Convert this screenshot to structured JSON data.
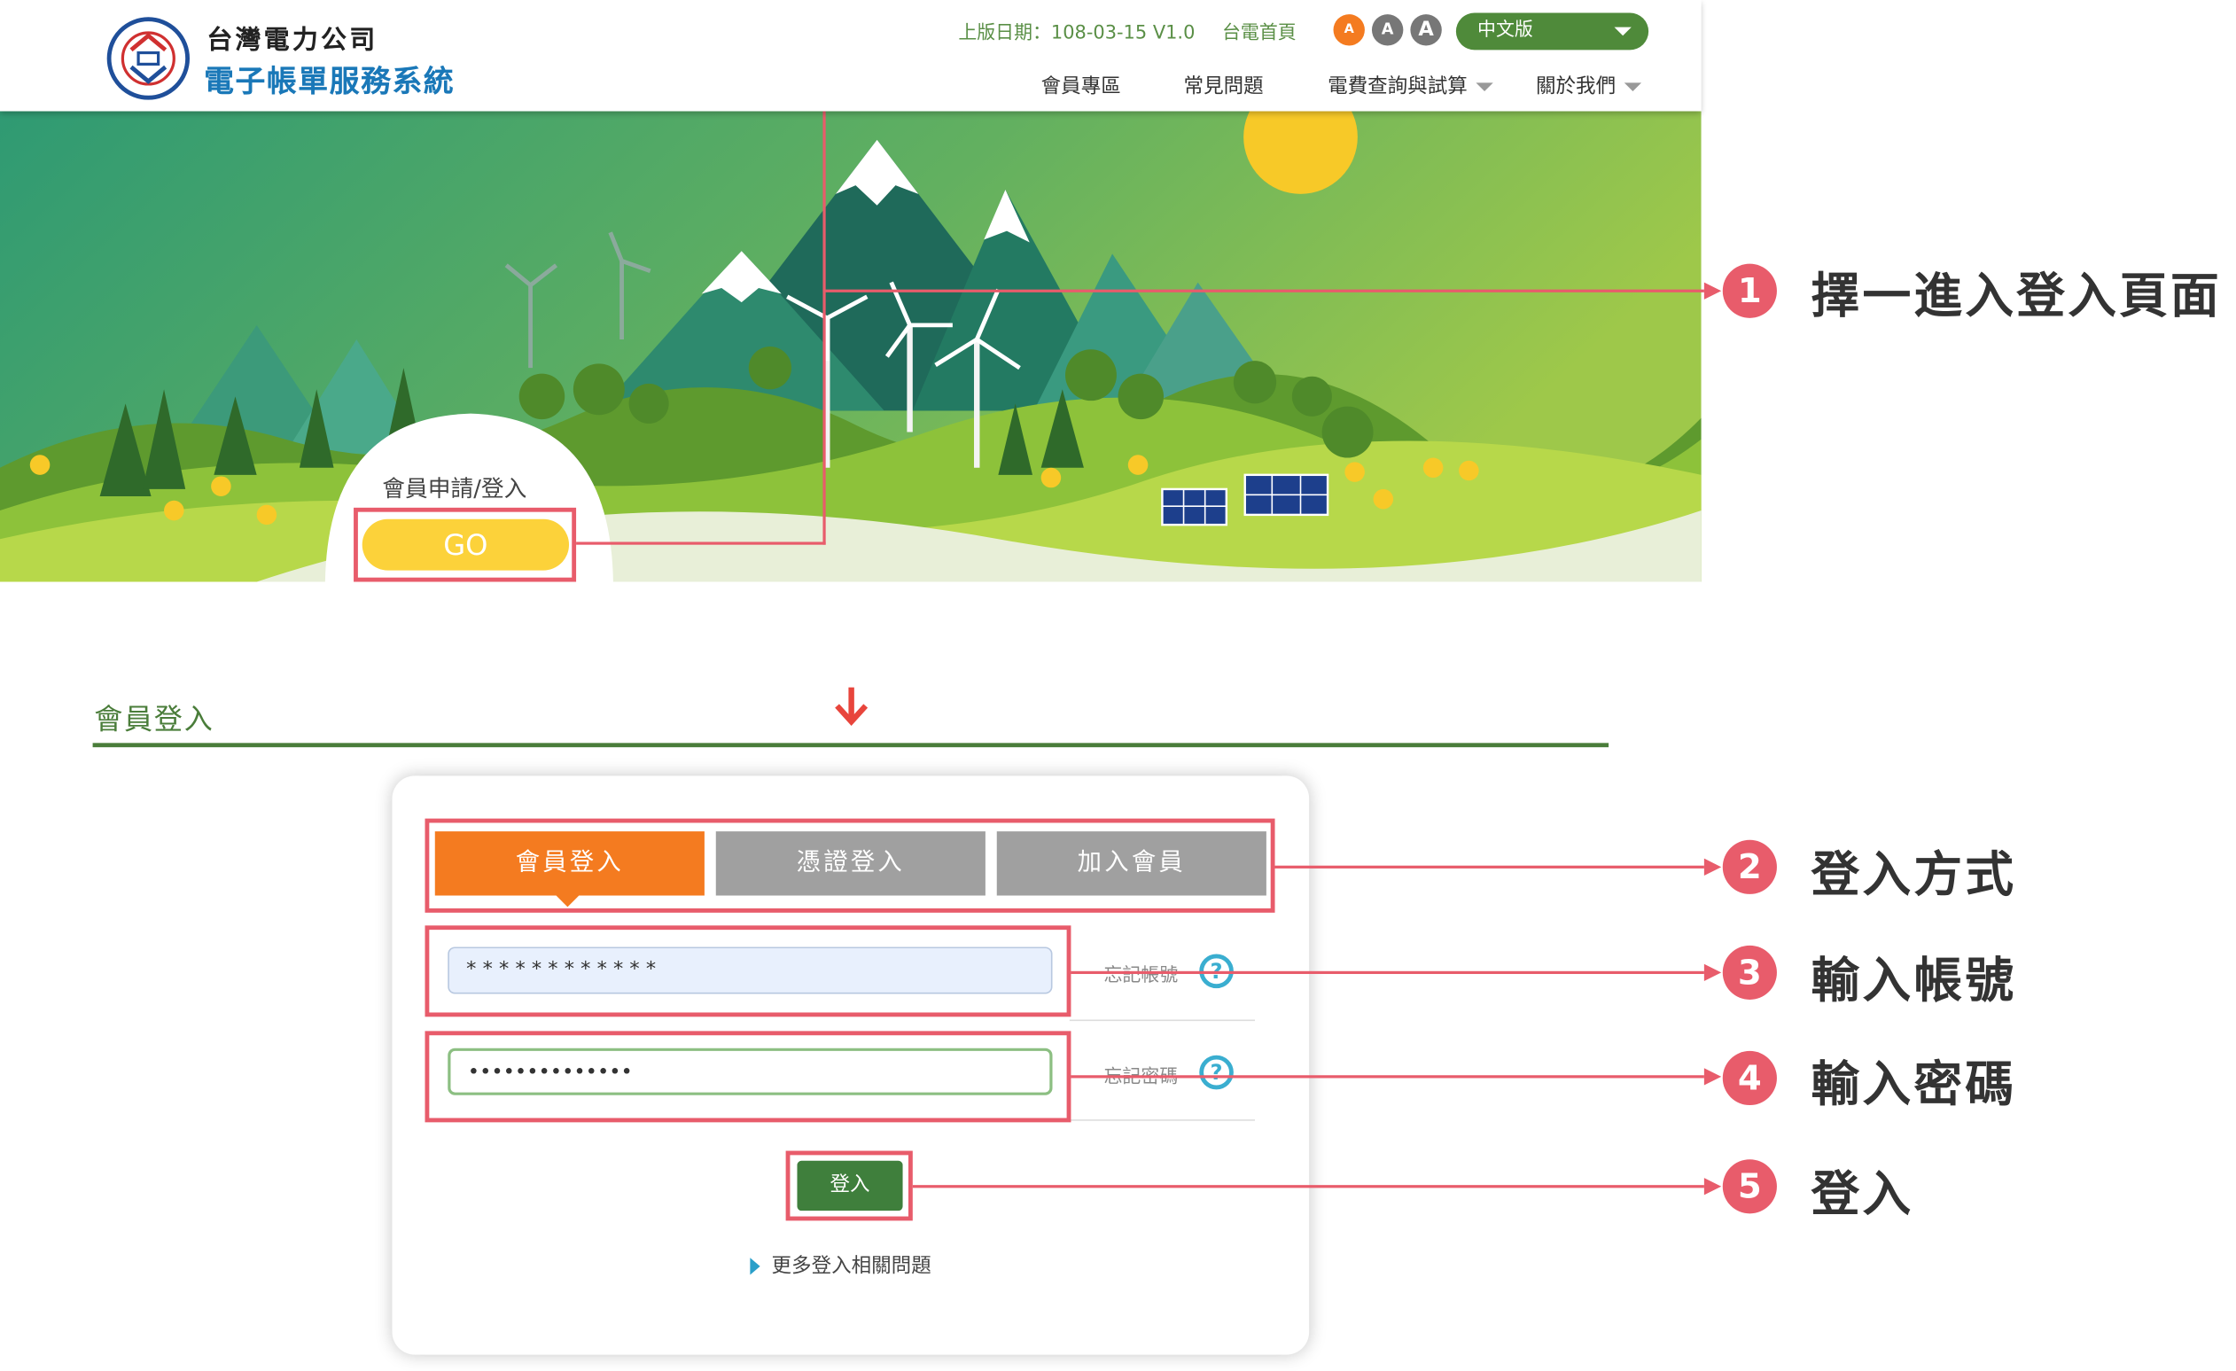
{
  "header": {
    "company_name": "台灣電力公司",
    "system_title": "電子帳單服務系統",
    "version_info": "上版日期：108-03-15 V1.0",
    "home_link": "台電首頁",
    "font_sizes": [
      "A",
      "A",
      "A"
    ],
    "language": "中文版",
    "nav": [
      "會員專區",
      "常見問題",
      "電費查詢與試算",
      "關於我們"
    ]
  },
  "banner": {
    "apply_label": "會員申請/登入",
    "go_button": "GO"
  },
  "login": {
    "section_title": "會員登入",
    "tabs": [
      "會員登入",
      "憑證登入",
      "加入會員"
    ],
    "account_value": "* * * * * * * * * * * *",
    "password_value": "••••••••••••••",
    "forgot_account": "忘記帳號",
    "forgot_password": "忘記密碼",
    "help_symbol": "?",
    "login_button": "登入",
    "more_link": "更多登入相關問題"
  },
  "annotations": [
    {
      "number": "1",
      "text": "擇一進入登入頁面"
    },
    {
      "number": "2",
      "text": "登入方式"
    },
    {
      "number": "3",
      "text": "輸入帳號"
    },
    {
      "number": "4",
      "text": "輸入密碼"
    },
    {
      "number": "5",
      "text": "登入"
    }
  ],
  "colors": {
    "accent_orange": "#f47b20",
    "tab_gray": "#a0a0a0",
    "brand_green": "#4a7d3a",
    "annotation_red": "#e85c6b",
    "go_yellow": "#fcd23a"
  }
}
